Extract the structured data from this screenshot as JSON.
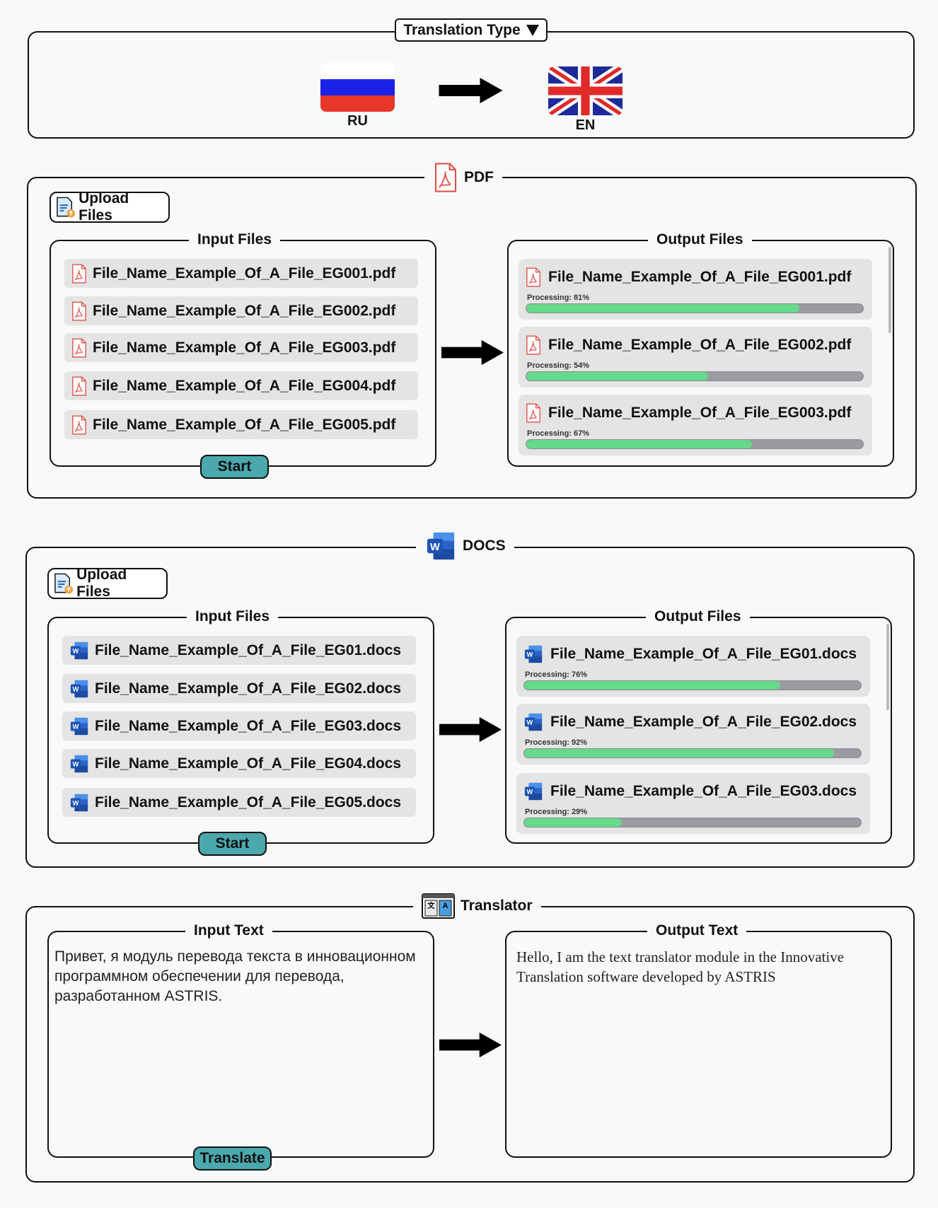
{
  "translation_type": {
    "label": "Translation Type",
    "source": "RU",
    "target": "EN"
  },
  "pdf": {
    "title": "PDF",
    "upload_label": "Upload Files",
    "input_title": "Input Files",
    "output_title": "Output Files",
    "start_label": "Start",
    "inputs": [
      "File_Name_Example_Of_A_File_EG001.pdf",
      "File_Name_Example_Of_A_File_EG002.pdf",
      "File_Name_Example_Of_A_File_EG003.pdf",
      "File_Name_Example_Of_A_File_EG004.pdf",
      "File_Name_Example_Of_A_File_EG005.pdf"
    ],
    "outputs": [
      {
        "name": "File_Name_Example_Of_A_File_EG001.pdf",
        "status": "Processing: 81%",
        "progress": 81
      },
      {
        "name": "File_Name_Example_Of_A_File_EG002.pdf",
        "status": "Processing: 54%",
        "progress": 54
      },
      {
        "name": "File_Name_Example_Of_A_File_EG003.pdf",
        "status": "Processing: 67%",
        "progress": 67
      }
    ]
  },
  "docs": {
    "title": "DOCS",
    "upload_label": "Upload Files",
    "input_title": "Input Files",
    "output_title": "Output Files",
    "start_label": "Start",
    "inputs": [
      "File_Name_Example_Of_A_File_EG01.docs",
      "File_Name_Example_Of_A_File_EG02.docs",
      "File_Name_Example_Of_A_File_EG03.docs",
      "File_Name_Example_Of_A_File_EG04.docs",
      "File_Name_Example_Of_A_File_EG05.docs"
    ],
    "outputs": [
      {
        "name": "File_Name_Example_Of_A_File_EG01.docs",
        "status": "Processing: 76%",
        "progress": 76
      },
      {
        "name": "File_Name_Example_Of_A_File_EG02.docs",
        "status": "Processing: 92%",
        "progress": 92
      },
      {
        "name": "File_Name_Example_Of_A_File_EG03.docs",
        "status": "Processing: 29%",
        "progress": 29
      }
    ]
  },
  "translator": {
    "title": "Translator",
    "input_title": "Input Text",
    "output_title": "Output Text",
    "translate_label": "Translate",
    "input_text": "Привет, я модуль перевода текста в инновационном программном обеспечении для перевода, разработанном ASTRIS.",
    "output_text": "Hello, I am the text translator module in the Innovative Translation software developed by ASTRIS"
  },
  "colors": {
    "accent": "#4ba8ad",
    "progress_fill": "#66d98a",
    "progress_track": "#9a9ba0",
    "pdf_red": "#e0504a",
    "word_blue": "#2b63c6"
  }
}
